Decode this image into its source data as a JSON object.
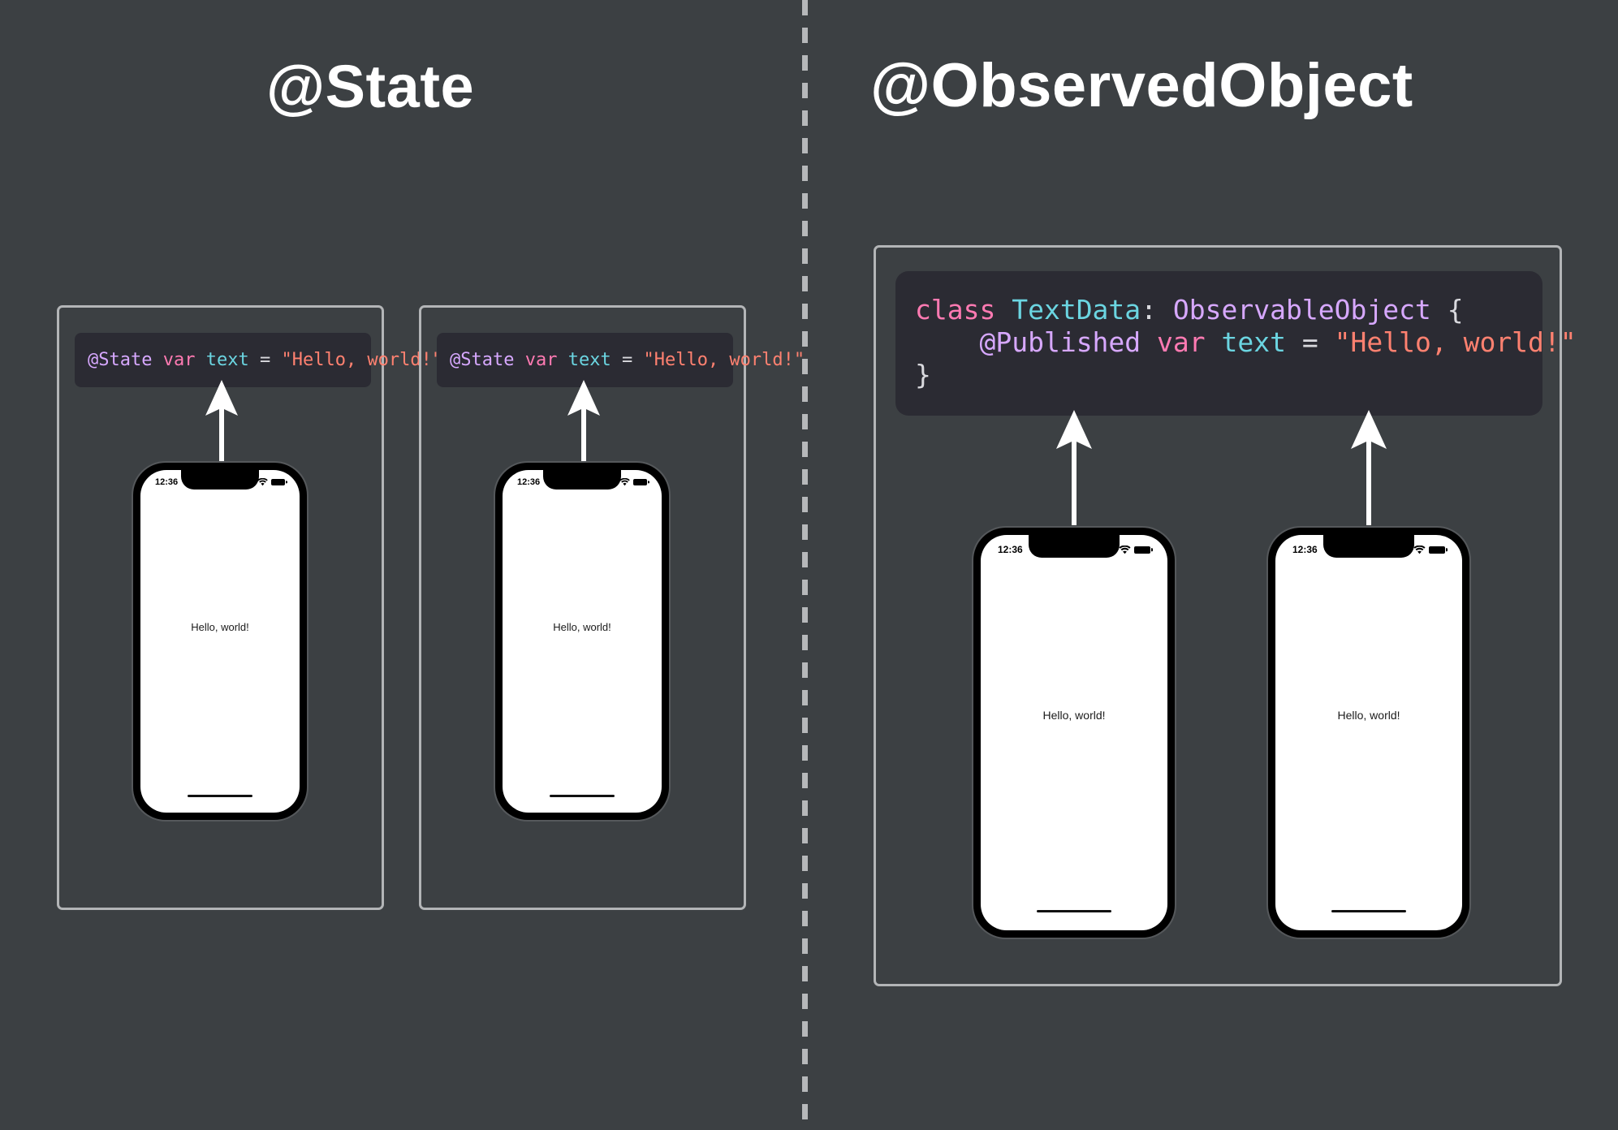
{
  "colors": {
    "background": "#3c4043",
    "panel_border": "#b3b5b7",
    "code_background": "#2b2b33",
    "divider": "#b6b8ba",
    "arrow": "#ffffff",
    "syntax_keyword": "#ff7ab2",
    "syntax_attribute": "#d7a8ff",
    "syntax_type": "#6bd5e1",
    "syntax_operator": "#d9d9de",
    "syntax_string": "#ff8170"
  },
  "left": {
    "heading": "@State",
    "panels": [
      {
        "code": {
          "attribute": "@State",
          "keyword": "var",
          "identifier": "text",
          "operator": "=",
          "string": "\"Hello, world!\""
        },
        "phone": {
          "time": "12:36",
          "screen_text": "Hello, world!"
        }
      },
      {
        "code": {
          "attribute": "@State",
          "keyword": "var",
          "identifier": "text",
          "operator": "=",
          "string": "\"Hello, world!\""
        },
        "phone": {
          "time": "12:36",
          "screen_text": "Hello, world!"
        }
      }
    ]
  },
  "right": {
    "heading": "@ObservedObject",
    "code": {
      "line1": {
        "keyword": "class",
        "type_name": "TextData",
        "colon": ":",
        "protocol": "ObservableObject",
        "brace_open": "{"
      },
      "line2": {
        "attribute": "@Published",
        "keyword": "var",
        "identifier": "text",
        "operator": "=",
        "string": "\"Hello, world!\""
      },
      "line3": {
        "brace_close": "}"
      }
    },
    "phones": [
      {
        "time": "12:36",
        "screen_text": "Hello, world!"
      },
      {
        "time": "12:36",
        "screen_text": "Hello, world!"
      }
    ]
  },
  "icons": {
    "wifi": "wifi-icon",
    "battery": "battery-icon",
    "signal": "signal-dots-icon",
    "arrow_up": "arrow-up-icon"
  }
}
